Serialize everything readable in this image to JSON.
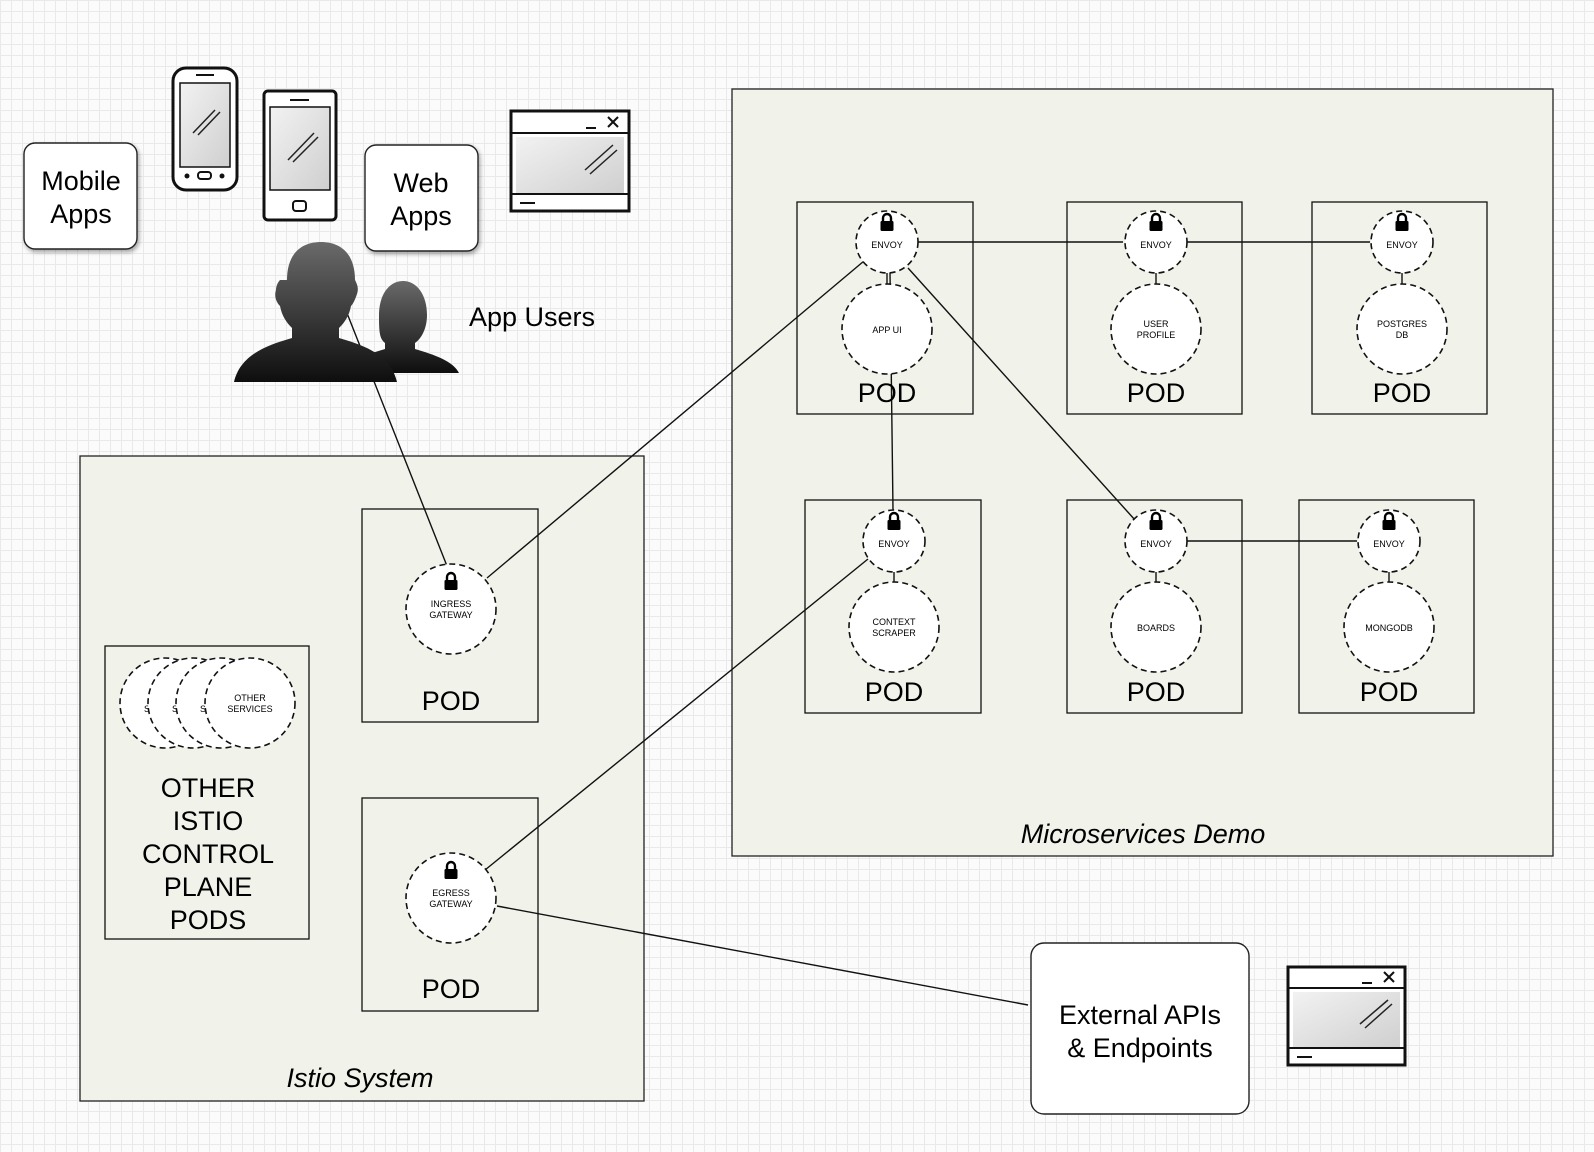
{
  "client_labels": {
    "mobile_apps": [
      "Mobile",
      "Apps"
    ],
    "web_apps": [
      "Web",
      "Apps"
    ],
    "app_users": "App Users"
  },
  "zones": {
    "istio": "Istio System",
    "microservices": "Microservices Demo"
  },
  "pod_label": "POD",
  "envoy_label": "ENVOY",
  "ingress": [
    "INGRESS",
    "GATEWAY"
  ],
  "egress": [
    "EGRESS",
    "GATEWAY"
  ],
  "control_plane": {
    "service_initials": [
      "S",
      "S",
      "S"
    ],
    "other_services": [
      "OTHER",
      "SERVICES"
    ],
    "label": [
      "OTHER",
      "ISTIO",
      "CONTROL",
      "PLANE",
      "PODS"
    ]
  },
  "services": {
    "app_ui": [
      "APP UI"
    ],
    "user_profile": [
      "USER",
      "PROFILE"
    ],
    "postgres_db": [
      "POSTGRES",
      "DB"
    ],
    "context_scraper": [
      "CONTEXT",
      "SCRAPER"
    ],
    "boards": [
      "BOARDS"
    ],
    "mongodb": [
      "MONGODB"
    ]
  },
  "external": [
    "External APIs",
    "& Endpoints"
  ],
  "icons": {
    "phone": "smartphone-icon",
    "tablet": "tablet-icon",
    "browser": "browser-window-icon",
    "users": "users-silhouette-icon",
    "lock": "lock-icon"
  }
}
